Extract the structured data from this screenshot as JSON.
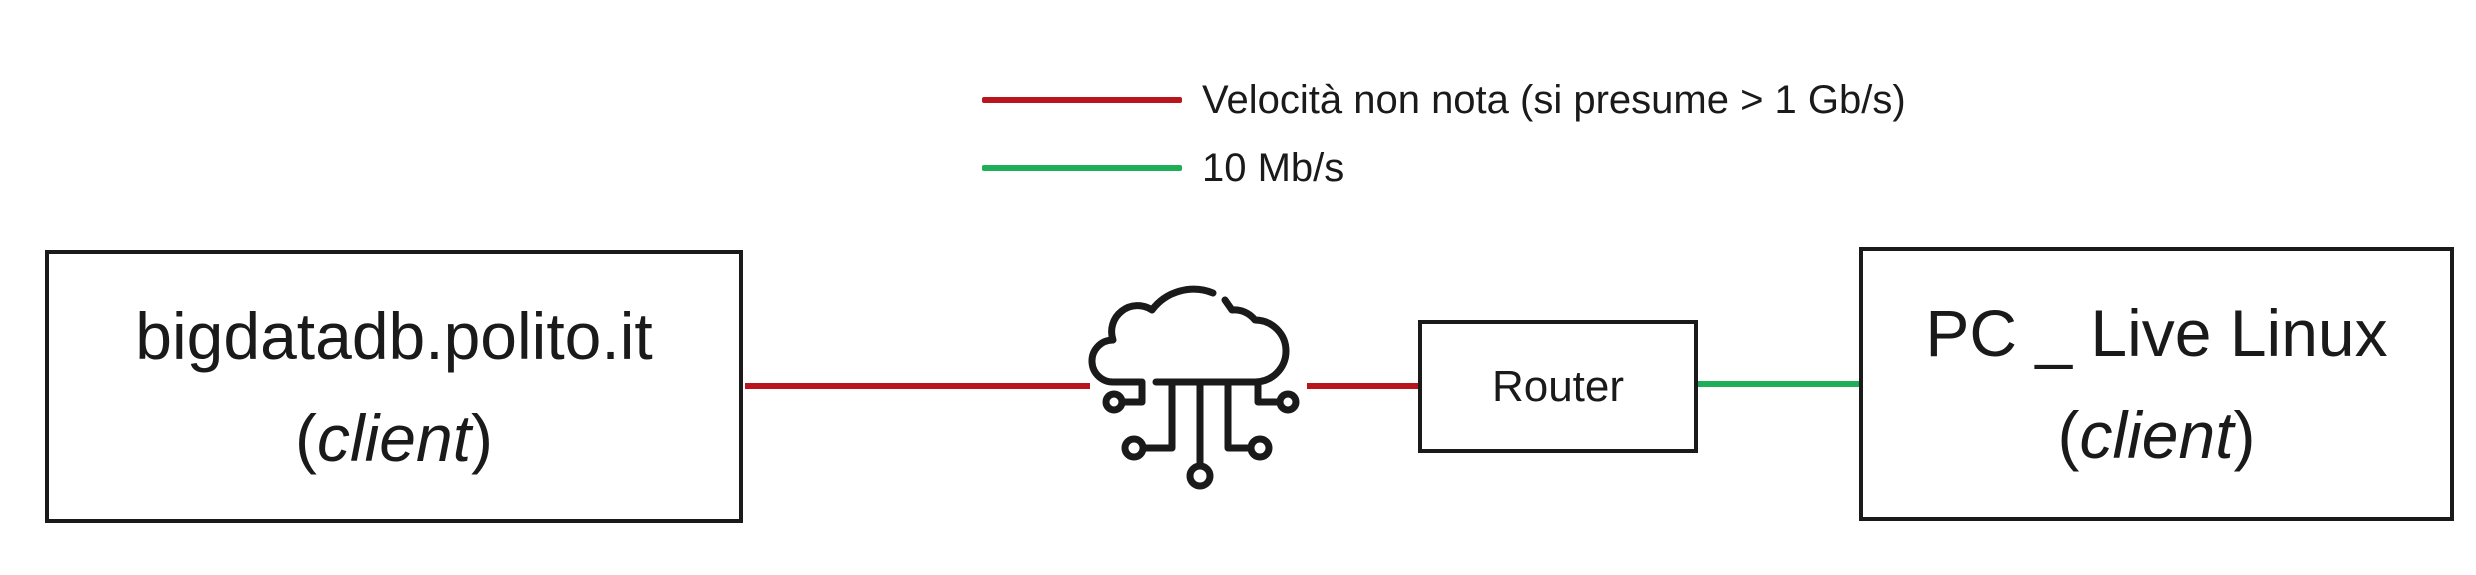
{
  "colors": {
    "unknown_speed": "#B8161C",
    "slow_link": "#1FAE58",
    "stroke": "#1a1a1a"
  },
  "legend": {
    "items": [
      {
        "label": "Velocità non nota (si presume > 1 Gb/s)",
        "color": "#B8161C"
      },
      {
        "label": "10 Mb/s",
        "color": "#1FAE58"
      }
    ]
  },
  "nodes": {
    "host": {
      "title": "bigdatadb.polito.it",
      "paren_open": "(",
      "role": "client",
      "paren_close": ")"
    },
    "cloud": {
      "icon": "cloud-network-icon"
    },
    "router": {
      "label": "Router"
    },
    "pc": {
      "title": "PC _ Live Linux",
      "paren_open": "(",
      "role": "client",
      "paren_close": ")"
    }
  }
}
